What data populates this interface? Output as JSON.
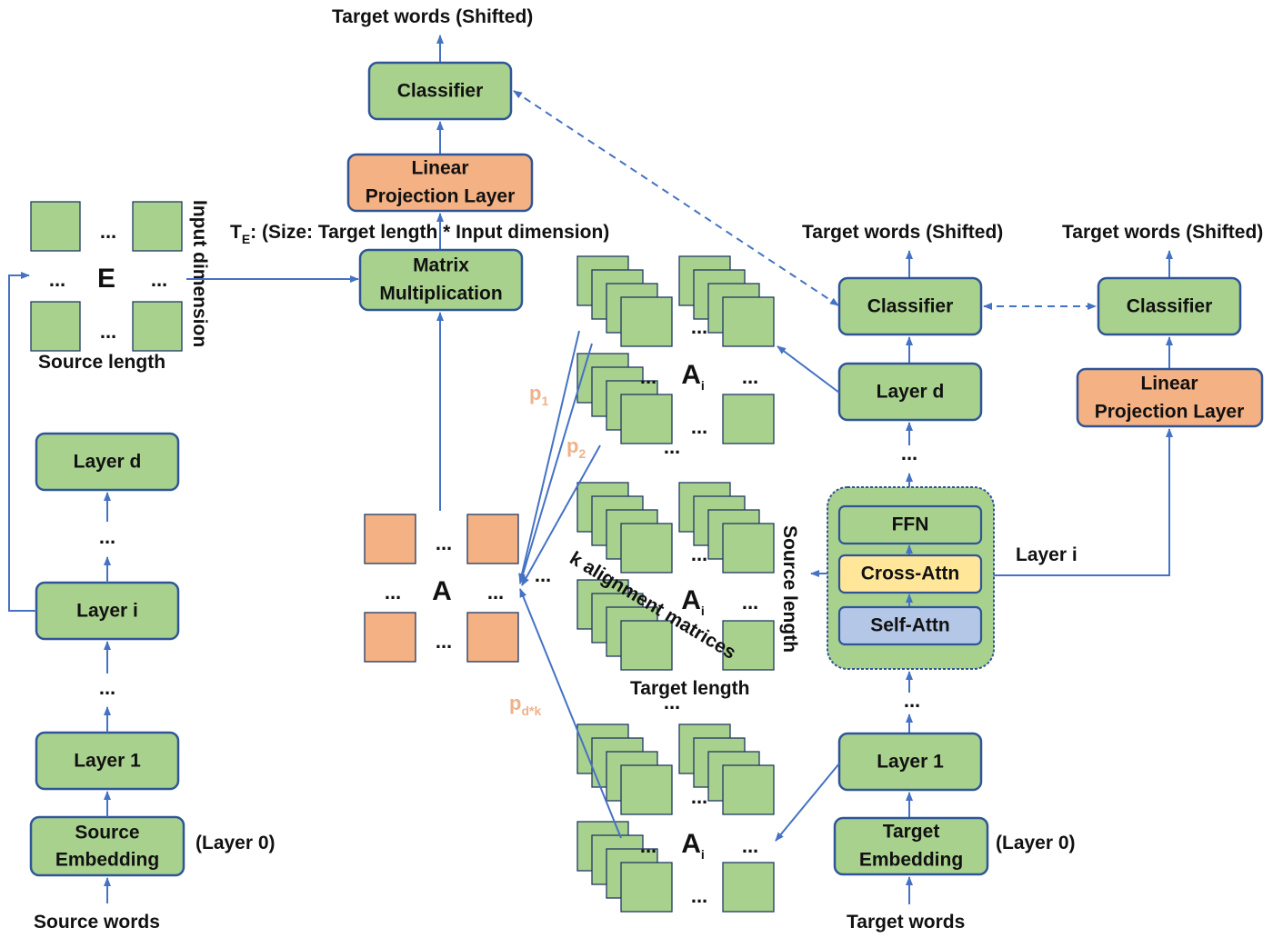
{
  "boxes": {
    "classifier_top": "Classifier",
    "linear_proj_top_line1": "Linear",
    "linear_proj_top_line2": "Projection Layer",
    "matmul_line1": "Matrix",
    "matmul_line2": "Multiplication",
    "enc_layer_d": "Layer d",
    "enc_layer_i": "Layer i",
    "enc_layer_1": "Layer 1",
    "src_emb_line1": "Source",
    "src_emb_line2": "Embedding",
    "dec_classifier": "Classifier",
    "dec_layer_d": "Layer d",
    "ffn": "FFN",
    "cross_attn": "Cross-Attn",
    "self_attn": "Self-Attn",
    "dec_layer_1": "Layer 1",
    "tgt_emb_line1": "Target",
    "tgt_emb_line2": "Embedding",
    "right_classifier": "Classifier",
    "right_linear_line1": "Linear",
    "right_linear_line2": "Projection Layer"
  },
  "labels": {
    "target_shifted_top": "Target words (Shifted)",
    "target_shifted_mid": "Target words (Shifted)",
    "target_shifted_right": "Target words (Shifted)",
    "te_main": "T",
    "te_sub": "E",
    "te_rest": ": (Size: Target length * Input dimension)",
    "input_dimension": "Input dimension",
    "source_length_left": "Source length",
    "layer0_left": "(Layer 0)",
    "layer0_right": "(Layer 0)",
    "source_words": "Source words",
    "target_words": "Target words",
    "layer_i_right": "Layer i",
    "source_length_vertical": "Source length",
    "target_length": "Target length",
    "k_alignment": "k alignment matrices",
    "E": "E",
    "A": "A",
    "Ai_main": "A",
    "Ai_sub": "i",
    "dots": "...",
    "p1_main": "p",
    "p1_sub": "1",
    "p2_main": "p",
    "p2_sub": "2",
    "pdk_main": "p",
    "pdk_sub": "d*k"
  },
  "colors": {
    "green_box": "#a9d18e",
    "orange_box": "#f4b183",
    "yellow_box": "#ffe699",
    "blue_box": "#b4c7e7",
    "border": "#2f5597",
    "arrow": "#4472c4",
    "p_label": "#f0b18a"
  }
}
